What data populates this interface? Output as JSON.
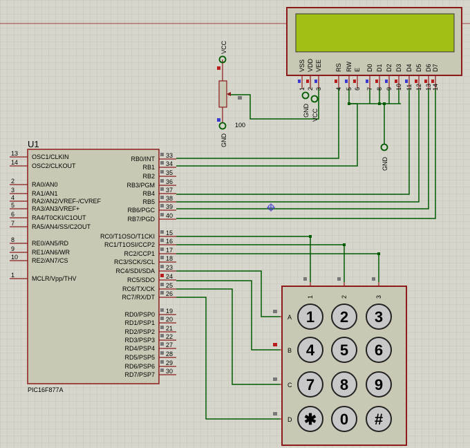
{
  "mcu": {
    "ref": "U1",
    "part": "PIC16F877A",
    "left_pins": [
      {
        "num": "13",
        "label": "OSC1/CLKIN"
      },
      {
        "num": "14",
        "label": "OSC2/CLKOUT"
      },
      {
        "num": "2",
        "label": "RA0/AN0"
      },
      {
        "num": "3",
        "label": "RA1/AN1"
      },
      {
        "num": "4",
        "label": "RA2/AN2/VREF-/CVREF"
      },
      {
        "num": "5",
        "label": "RA3/AN3/VREF+"
      },
      {
        "num": "6",
        "label": "RA4/T0CKI/C1OUT"
      },
      {
        "num": "7",
        "label": "RA5/AN4/SS/C2OUT"
      },
      {
        "num": "8",
        "label": "RE0/AN5/RD"
      },
      {
        "num": "9",
        "label": "RE1/AN6/WR"
      },
      {
        "num": "10",
        "label": "RE2/AN7/CS"
      },
      {
        "num": "1",
        "label": "MCLR/Vpp/THV"
      }
    ],
    "right_pins": [
      {
        "num": "33",
        "label": "RB0/INT"
      },
      {
        "num": "34",
        "label": "RB1"
      },
      {
        "num": "35",
        "label": "RB2"
      },
      {
        "num": "36",
        "label": "RB3/PGM"
      },
      {
        "num": "37",
        "label": "RB4"
      },
      {
        "num": "38",
        "label": "RB5"
      },
      {
        "num": "39",
        "label": "RB6/PGC"
      },
      {
        "num": "40",
        "label": "RB7/PGD"
      },
      {
        "num": "15",
        "label": "RC0/T1OSO/T1CKI"
      },
      {
        "num": "16",
        "label": "RC1/T1OSI/CCP2"
      },
      {
        "num": "17",
        "label": "RC2/CCP1"
      },
      {
        "num": "18",
        "label": "RC3/SCK/SCL"
      },
      {
        "num": "23",
        "label": "RC4/SDI/SDA"
      },
      {
        "num": "24",
        "label": "RC5/SDO"
      },
      {
        "num": "25",
        "label": "RC6/TX/CK"
      },
      {
        "num": "26",
        "label": "RC7/RX/DT"
      },
      {
        "num": "19",
        "label": "RD0/PSP0"
      },
      {
        "num": "20",
        "label": "RD1/PSP1"
      },
      {
        "num": "21",
        "label": "RD2/PSP2"
      },
      {
        "num": "22",
        "label": "RD3/PSP3"
      },
      {
        "num": "27",
        "label": "RD4/PSP4"
      },
      {
        "num": "28",
        "label": "RD5/PSP5"
      },
      {
        "num": "29",
        "label": "RD6/PSP6"
      },
      {
        "num": "30",
        "label": "RD7/PSP7"
      }
    ]
  },
  "lcd": {
    "pins": [
      {
        "num": "1",
        "label": "VSS"
      },
      {
        "num": "2",
        "label": "VDD"
      },
      {
        "num": "3",
        "label": "VEE"
      },
      {
        "num": "4",
        "label": "RS"
      },
      {
        "num": "5",
        "label": "RW"
      },
      {
        "num": "6",
        "label": "E"
      },
      {
        "num": "7",
        "label": "D0"
      },
      {
        "num": "8",
        "label": "D1"
      },
      {
        "num": "9",
        "label": "D2"
      },
      {
        "num": "10",
        "label": "D3"
      },
      {
        "num": "11",
        "label": "D4"
      },
      {
        "num": "12",
        "label": "D5"
      },
      {
        "num": "13",
        "label": "D6"
      },
      {
        "num": "14",
        "label": "D7"
      }
    ],
    "screen_color": "#a2bf16"
  },
  "power": {
    "vcc_top": "VCC",
    "gnd_bottom": "GND",
    "gnd_lcd": "GND",
    "vcc_lcd": "VCC",
    "gnd_data": "GND",
    "pot_value": "100"
  },
  "keypad": {
    "cols": [
      "1",
      "2",
      "3"
    ],
    "rows": [
      "A",
      "B",
      "C",
      "D"
    ],
    "keys": [
      "1",
      "2",
      "3",
      "4",
      "5",
      "6",
      "7",
      "8",
      "9",
      "✱",
      "0",
      "#"
    ]
  },
  "colors": {
    "body": "#c8c8b4",
    "outline": "#8c1a1a",
    "wire": "#005a00",
    "pin_red": "#b81c1c",
    "key": "#c8c8c8"
  }
}
